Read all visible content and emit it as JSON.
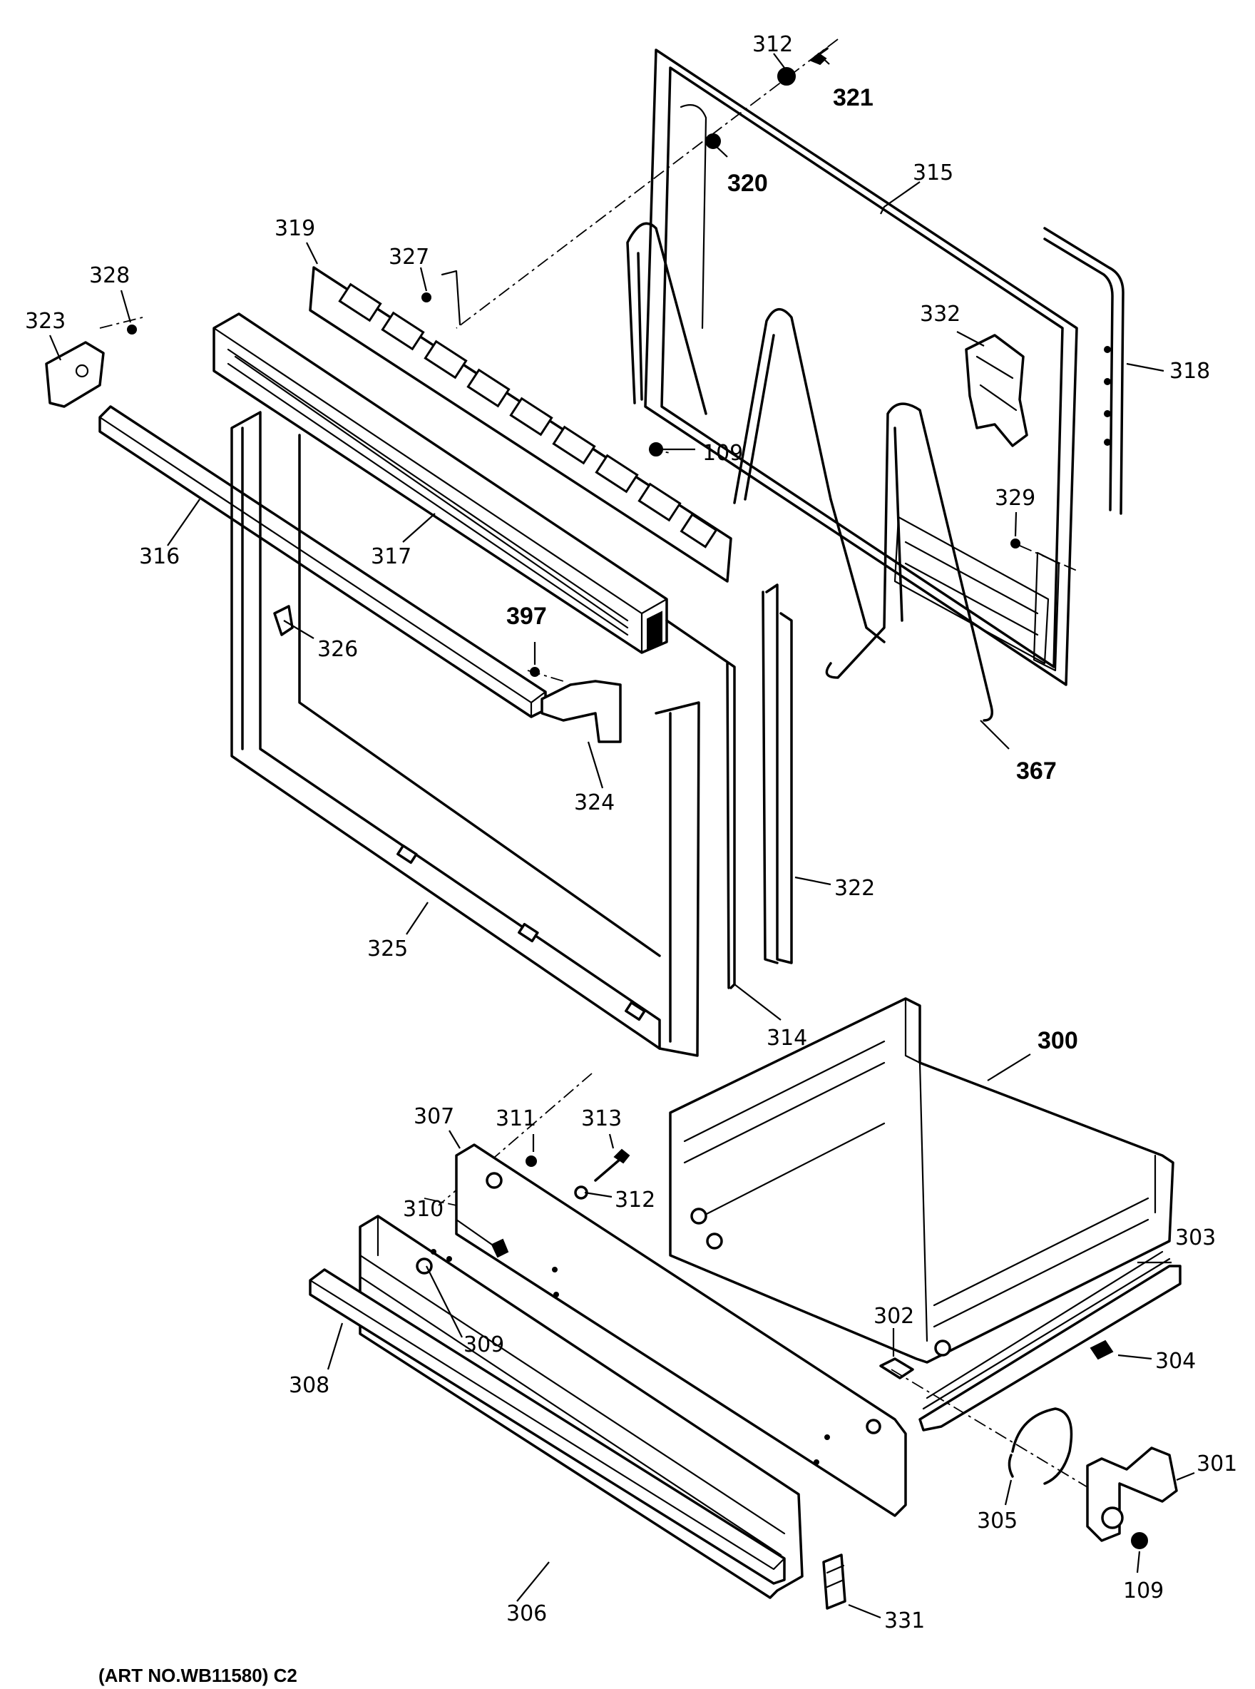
{
  "labels": {
    "p312_top": "312",
    "p321": "321",
    "p320": "320",
    "p315": "315",
    "p319": "319",
    "p327": "327",
    "p328": "328",
    "p323": "323",
    "p332": "332",
    "p318": "318",
    "p109_top": "109",
    "p329": "329",
    "p316": "316",
    "p317": "317",
    "p397": "397",
    "p326": "326",
    "p324": "324",
    "p367": "367",
    "p322": "322",
    "p325": "325",
    "p314": "314",
    "p300": "300",
    "p307": "307",
    "p311": "311",
    "p313": "313",
    "p312_bottom": "312",
    "p310": "310",
    "p303": "303",
    "p309": "309",
    "p308": "308",
    "p302": "302",
    "p304": "304",
    "p301": "301",
    "p305": "305",
    "p306": "306",
    "p109_bottom": "109",
    "p331": "331"
  },
  "caption": "(ART NO.WB11580) C2"
}
